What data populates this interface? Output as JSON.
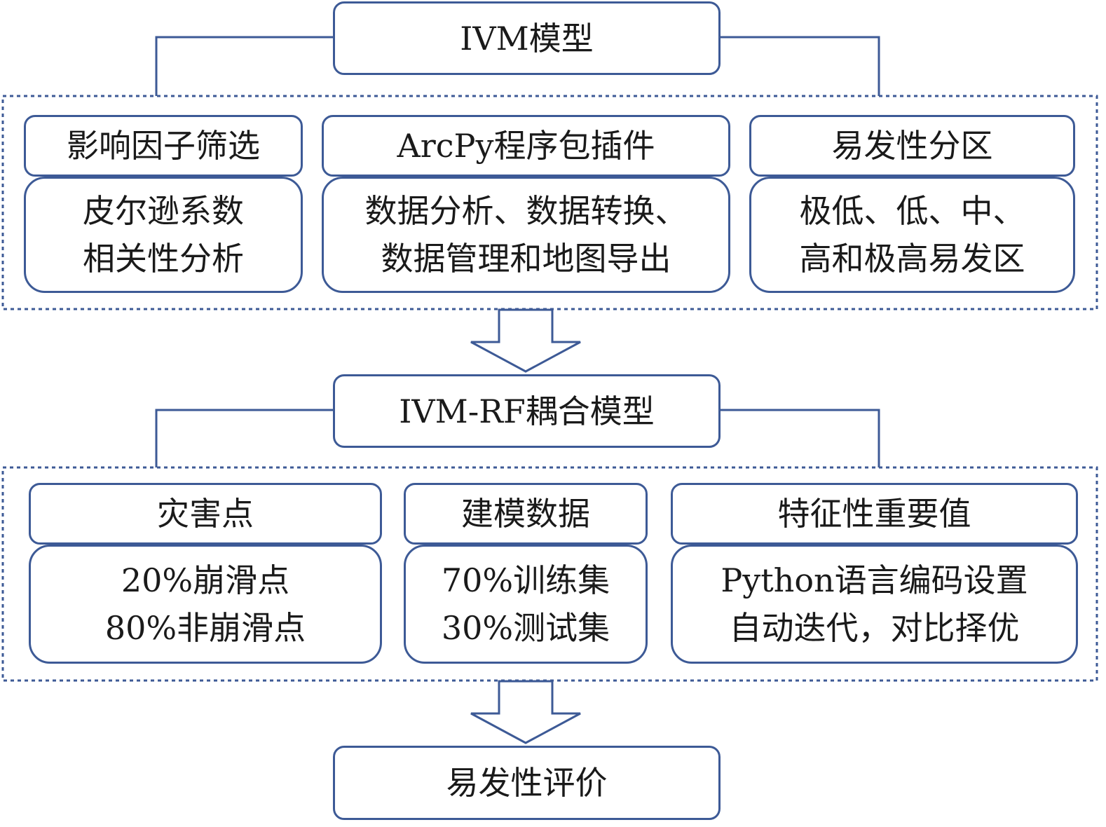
{
  "colors": {
    "border": "#3d5a96",
    "text": "#1a1a1a",
    "background": "#ffffff"
  },
  "ivm": {
    "title": "IVM模型",
    "columns": [
      {
        "header": "影响因子筛选",
        "lines": [
          "皮尔逊系数",
          "相关性分析"
        ]
      },
      {
        "header": "ArcPy程序包插件",
        "lines": [
          "数据分析、数据转换、",
          "数据管理和地图导出"
        ]
      },
      {
        "header": "易发性分区",
        "lines": [
          "极低、低、中、",
          "高和极高易发区"
        ]
      }
    ]
  },
  "ivm_rf": {
    "title": "IVM-RF耦合模型",
    "columns": [
      {
        "header": "灾害点",
        "lines": [
          "20%崩滑点",
          "80%非崩滑点"
        ]
      },
      {
        "header": "建模数据",
        "lines": [
          "70%训练集",
          "30%测试集"
        ]
      },
      {
        "header": "特征性重要值",
        "lines": [
          "Python语言编码设置",
          "自动迭代，对比择优"
        ]
      }
    ]
  },
  "result": {
    "title": "易发性评价"
  }
}
